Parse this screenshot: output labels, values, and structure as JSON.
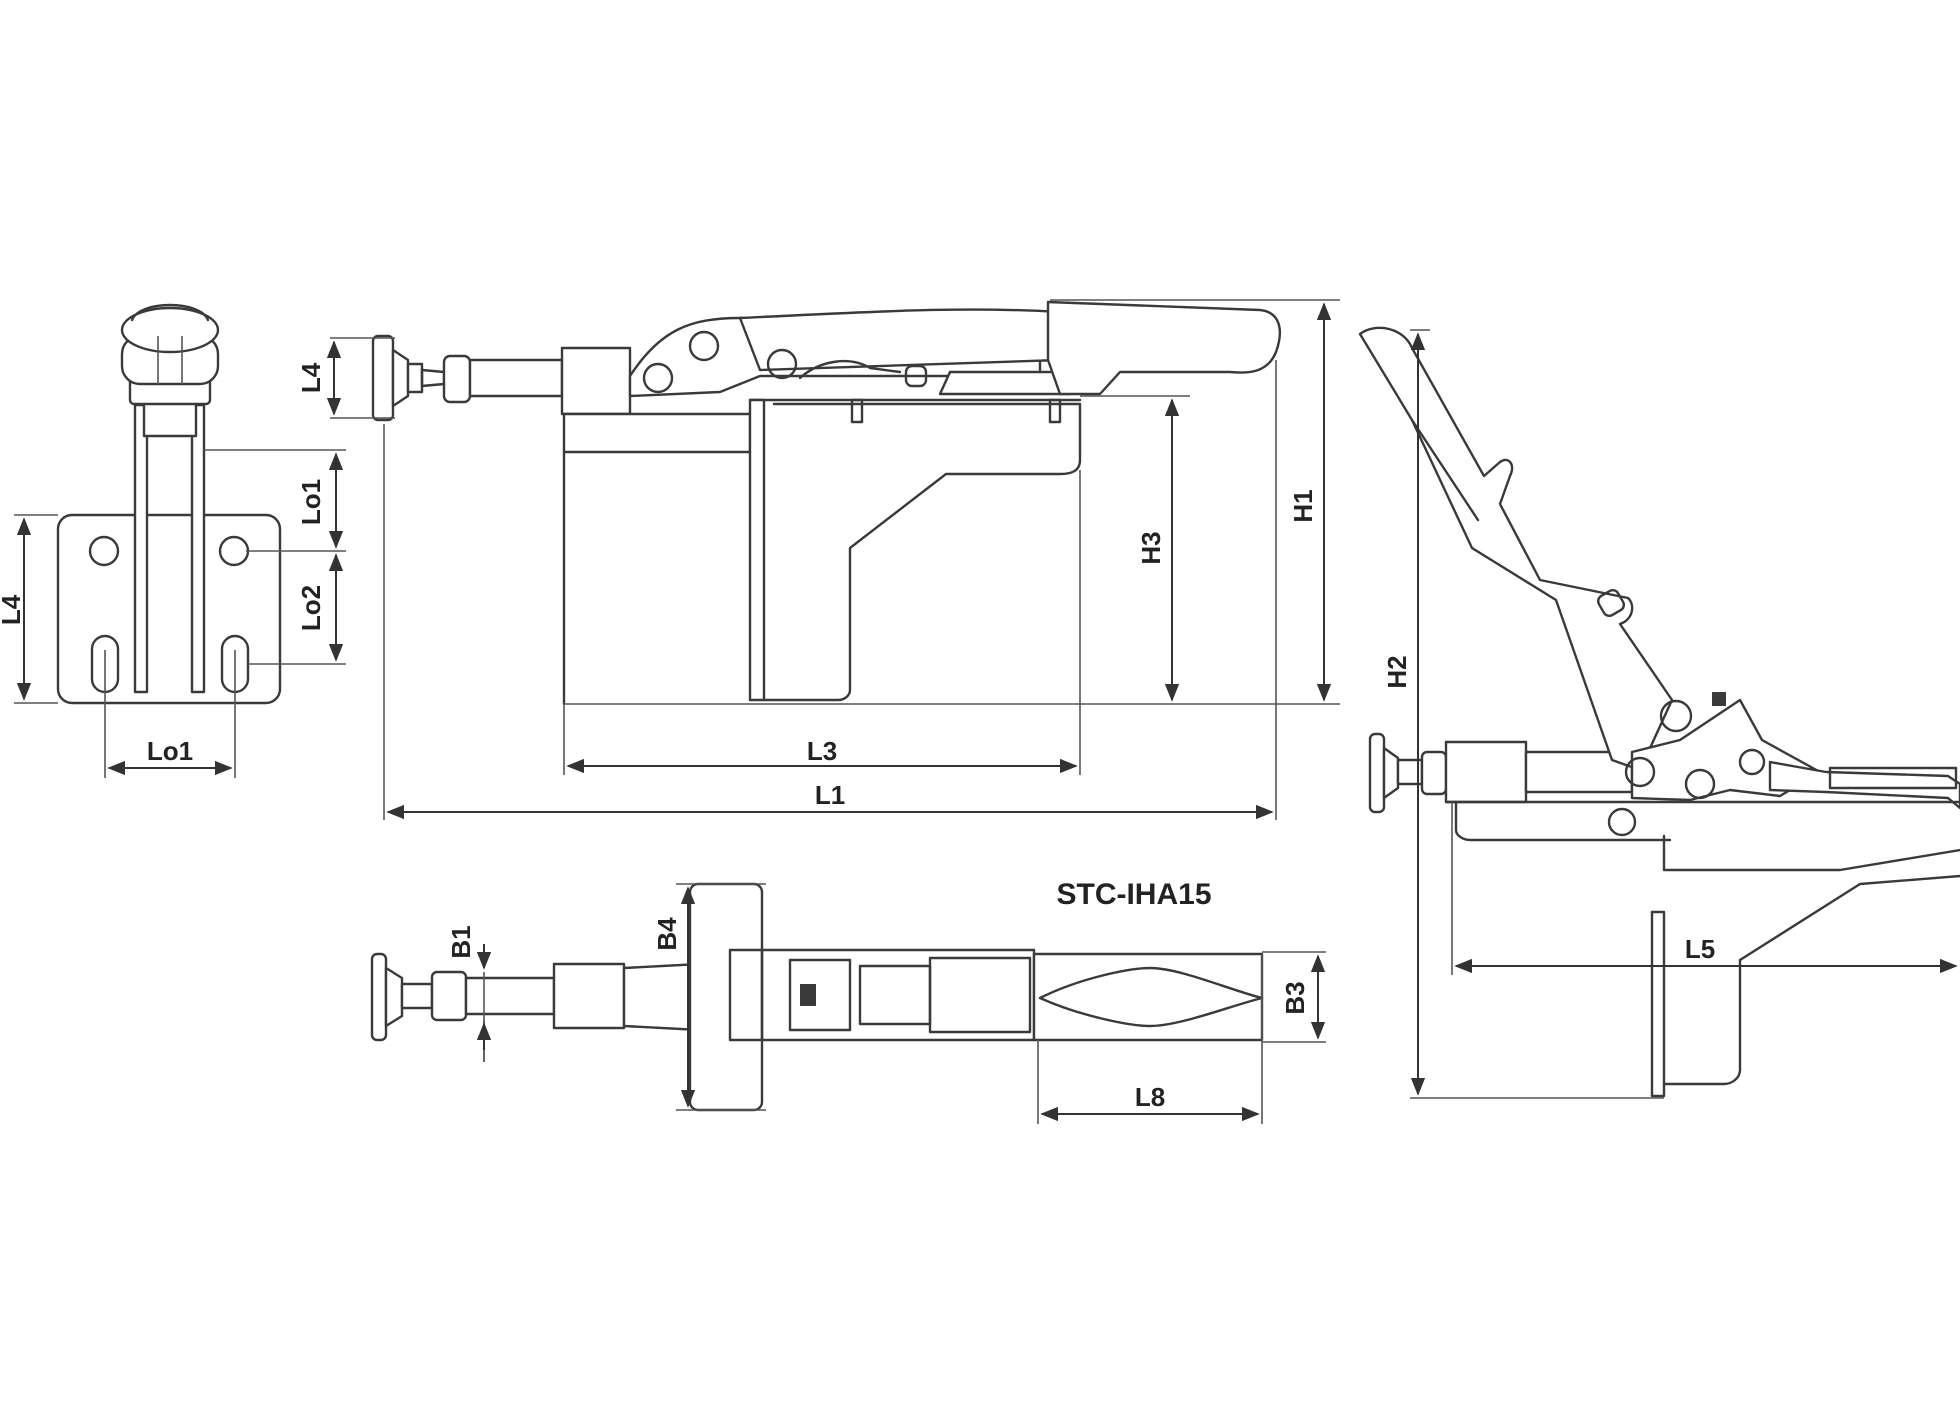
{
  "drawing": {
    "model": "STC-IHA15",
    "labels": {
      "L4": "L4",
      "Lo1_top": "Lo1",
      "Lo2": "Lo2",
      "Lo1_bottom": "Lo1",
      "L4_plate": "L4",
      "L3": "L3",
      "L1": "L1",
      "H3": "H3",
      "H1": "H1",
      "H2": "H2",
      "L5": "L5",
      "B1": "B1",
      "B4": "B4",
      "B3": "B3",
      "L8": "L8"
    },
    "colors": {
      "line": "#3a3a3a",
      "background": "#ffffff"
    }
  }
}
